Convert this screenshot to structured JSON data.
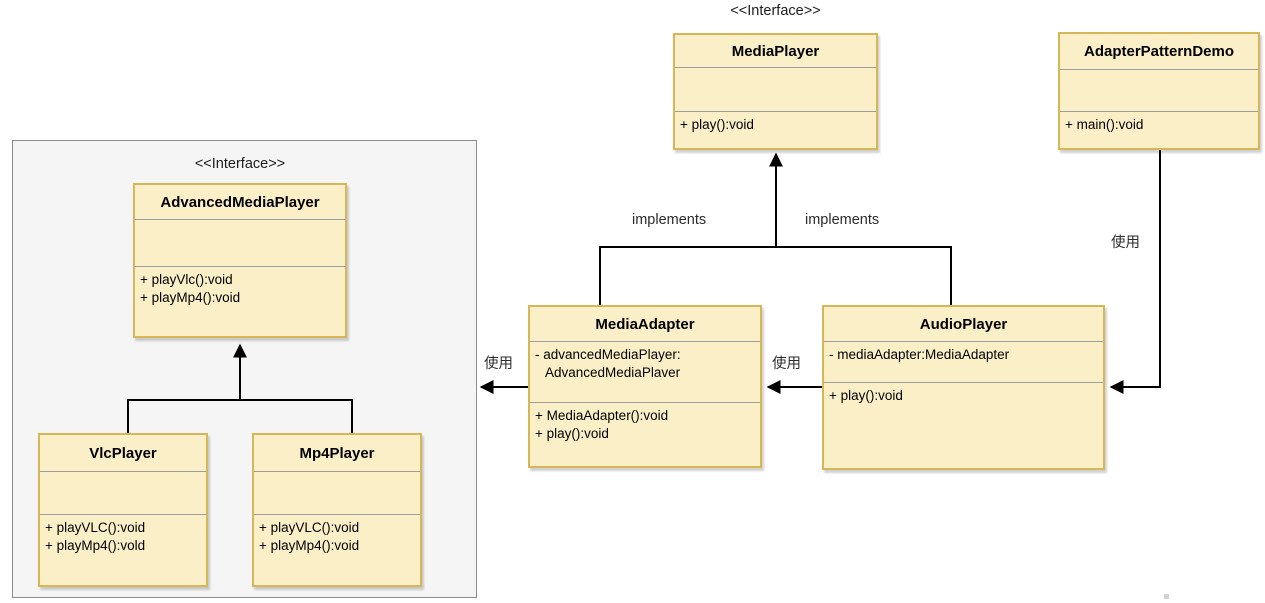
{
  "colors": {
    "node_fill": "#FBEFC8",
    "node_border": "#D6B656",
    "divider": "#9E9E9E",
    "panel_fill": "#F5F5F5",
    "panel_border": "#8C8C8C",
    "connector": "#000000",
    "label_color": "#2B2B2B"
  },
  "classes": {
    "media_player": {
      "stereotype": "<<Interface>>",
      "name": "MediaPlayer",
      "methods": [
        "+ play():void"
      ]
    },
    "adapter_pattern_demo": {
      "name": "AdapterPatternDemo",
      "methods": [
        "+ main():void"
      ]
    },
    "advanced_media_player": {
      "stereotype": "<<Interface>>",
      "name": "AdvancedMediaPlayer",
      "methods": [
        "+ playVlc():void",
        "+ playMp4():void"
      ]
    },
    "vlc_player": {
      "name": "VlcPlayer",
      "methods": [
        "+ playVLC():void",
        "+ playMp4():vold"
      ]
    },
    "mp4_player": {
      "name": "Mp4Player",
      "methods": [
        "+ playVLC():void",
        "+ playMp4():void"
      ]
    },
    "media_adapter": {
      "name": "MediaAdapter",
      "attributes": [
        "- advancedMediaPlayer:",
        "AdvancedMediaPlaver"
      ],
      "methods": [
        "+ MediaAdapter():void",
        "+ play():void"
      ]
    },
    "audio_player": {
      "name": "AudioPlayer",
      "attributes": [
        "- mediaAdapter:MediaAdapter"
      ],
      "methods": [
        "+ play():void"
      ]
    }
  },
  "edge_labels": {
    "implements_left": "implements",
    "implements_right": "implements",
    "use_left": "使用",
    "use_middle": "使用",
    "use_right": "使用"
  }
}
